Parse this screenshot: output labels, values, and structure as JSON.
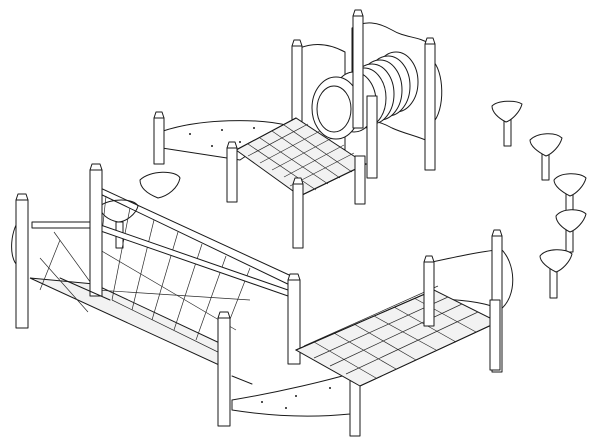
{
  "drawing": {
    "stroke_color": "#1a1a1a",
    "background": "#ffffff",
    "components": [
      "tunnel-tower",
      "rear-deck",
      "upper-net-bridge",
      "stepping-stools",
      "front-rope-bridge",
      "lower-net-bridge",
      "corner-deck"
    ]
  }
}
